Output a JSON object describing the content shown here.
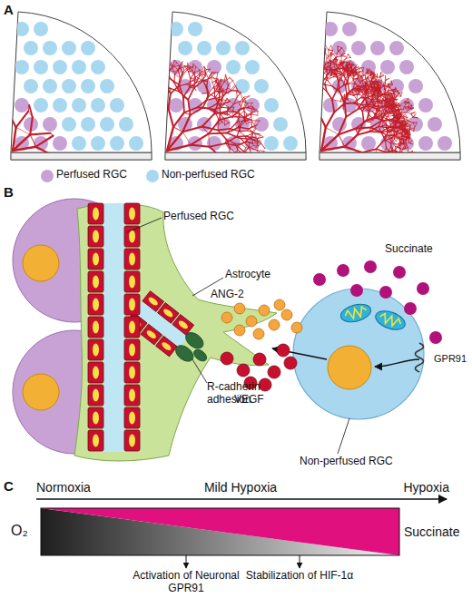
{
  "diagram": {
    "labels": [
      "A",
      "B",
      "Perfused RGC",
      "Astrocyte",
      "R-cadherin adhesion",
      "ANG-2",
      "VEGF",
      "Succinate",
      "GPR91",
      "Non-perfused RGC",
      "C",
      "Normoxia",
      "Mild Hypoxia",
      "Hypoxia",
      "O₂",
      "Succinate",
      "Activation of Neuronal GPR91",
      "Stabilization of HIF-1α"
    ],
    "legend": [
      {
        "text": "Perfused RGC",
        "color": "#c8a2d4"
      },
      {
        "text": "Non-perfused RGC",
        "color": "#a8d8f0"
      }
    ]
  }
}
